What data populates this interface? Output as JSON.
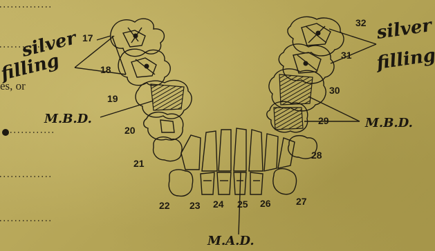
{
  "annotations": {
    "left_silver": "silver",
    "left_filling": "filling",
    "right_silver": "silver",
    "right_filling": "filling",
    "left_mbd": "M.B.D.",
    "right_mbd": "M.B.D.",
    "bottom_mad": "M.A.D."
  },
  "printed_text": "es, or",
  "teeth": [
    "17",
    "18",
    "19",
    "20",
    "21",
    "22",
    "23",
    "24",
    "25",
    "26",
    "27",
    "28",
    "29",
    "30",
    "31",
    "32"
  ]
}
